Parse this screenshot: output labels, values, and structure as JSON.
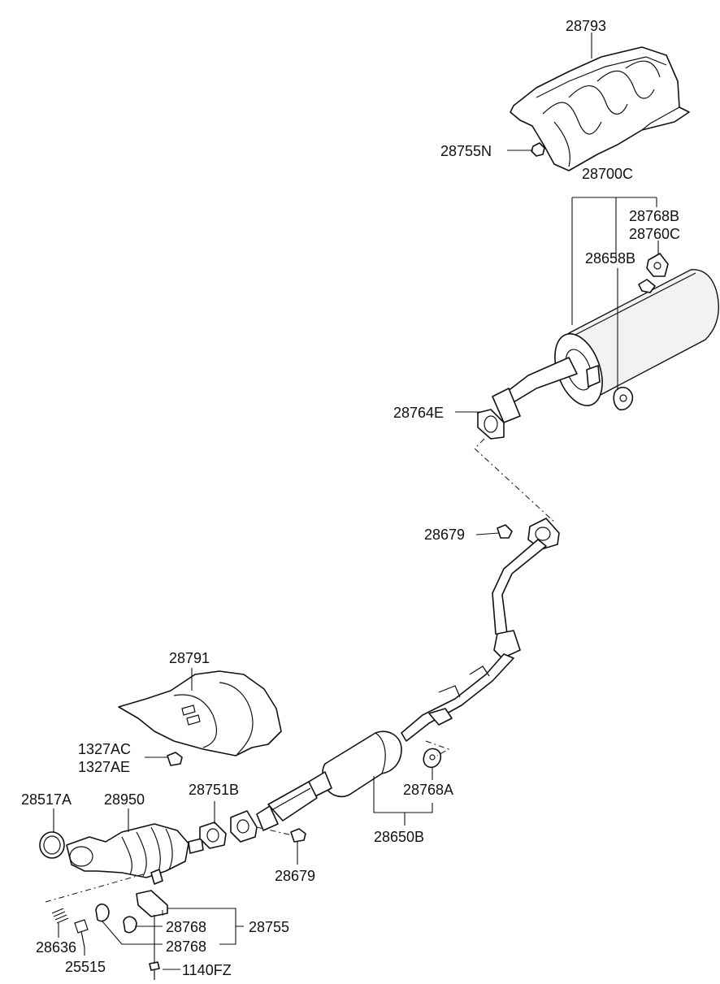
{
  "labels": {
    "l28793": "28793",
    "l28755N": "28755N",
    "l28700C": "28700C",
    "l28768B": "28768B",
    "l28760C": "28760C",
    "l28658B": "28658B",
    "l28764E": "28764E",
    "l28679a": "28679",
    "l28791": "28791",
    "l1327AC": "1327AC",
    "l1327AE": "1327AE",
    "l28517A": "28517A",
    "l28950": "28950",
    "l28751B": "28751B",
    "l28768A": "28768A",
    "l28650B": "28650B",
    "l28679b": "28679",
    "l28768a": "28768",
    "l28768b": "28768",
    "l28755": "28755",
    "l28636": "28636",
    "l25515": "25515",
    "l1140FZ": "1140FZ"
  },
  "parts": [
    {
      "number": "28793",
      "name": "heat-protector-muffler"
    },
    {
      "number": "28755N",
      "name": "nut"
    },
    {
      "number": "28700C",
      "name": "muffler-assembly"
    },
    {
      "number": "28768B",
      "name": "hanger"
    },
    {
      "number": "28760C",
      "name": "hanger"
    },
    {
      "number": "28658B",
      "name": "hanger-rubber"
    },
    {
      "number": "28764E",
      "name": "gasket"
    },
    {
      "number": "28679",
      "name": "nut"
    },
    {
      "number": "28791",
      "name": "heat-protector-front"
    },
    {
      "number": "1327AC",
      "name": "nut"
    },
    {
      "number": "1327AE",
      "name": "nut"
    },
    {
      "number": "28517A",
      "name": "gasket-ring"
    },
    {
      "number": "28950",
      "name": "catalytic-converter"
    },
    {
      "number": "28751B",
      "name": "gasket"
    },
    {
      "number": "28768A",
      "name": "hanger-rubber"
    },
    {
      "number": "28650B",
      "name": "center-pipe-assembly"
    },
    {
      "number": "28768",
      "name": "hanger"
    },
    {
      "number": "28755",
      "name": "bracket"
    },
    {
      "number": "28636",
      "name": "spring"
    },
    {
      "number": "25515",
      "name": "bolt"
    },
    {
      "number": "1140FZ",
      "name": "bolt"
    }
  ]
}
